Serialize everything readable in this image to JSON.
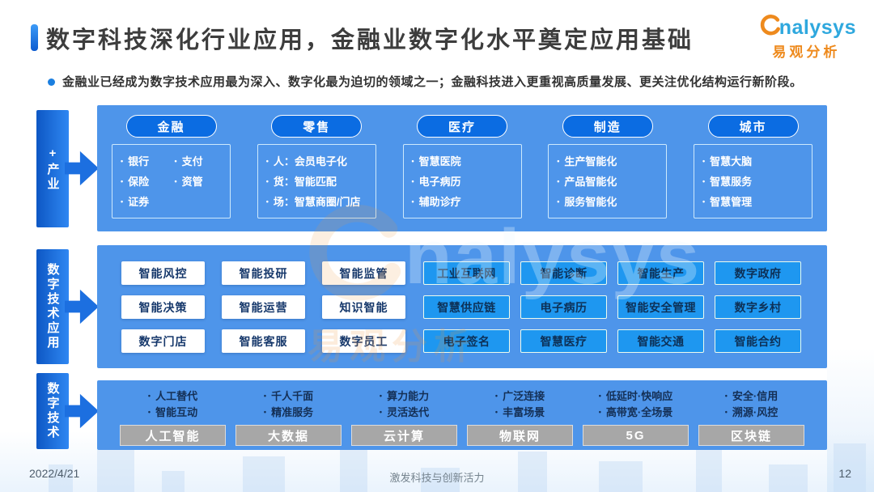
{
  "header": {
    "title": "数字科技深化行业应用，金融业数字化水平奠定应用基础",
    "bullet": "金融业已经成为数字技术应用最为深入、数字化最为迫切的领域之一；金融科技进入更重视高质量发展、更关注优化结构运行新阶段。",
    "logo_brand": "nalysys",
    "logo_cn": "易观分析"
  },
  "watermark": {
    "brand": "nalysys",
    "cn": "易观分析"
  },
  "band1": {
    "label": "+产业",
    "groups": [
      {
        "title": "金融",
        "items": [
          "银行",
          "支付",
          "保险",
          "资管",
          "证券"
        ]
      },
      {
        "title": "零售",
        "items": [
          "人：会员电子化",
          "货：智能匹配",
          "场：智慧商圈/门店"
        ]
      },
      {
        "title": "医疗",
        "items": [
          "智慧医院",
          "电子病历",
          "辅助诊疗"
        ]
      },
      {
        "title": "制造",
        "items": [
          "生产智能化",
          "产品智能化",
          "服务智能化"
        ]
      },
      {
        "title": "城市",
        "items": [
          "智慧大脑",
          "智慧服务",
          "智慧管理"
        ]
      }
    ]
  },
  "band2": {
    "label": "数字技术应用",
    "white_boxes": [
      "智能风控",
      "智能投研",
      "智能监管",
      "智能决策",
      "智能运营",
      "知识智能",
      "数字门店",
      "智能客服",
      "数字员工"
    ],
    "blue_boxes": [
      "工业互联网",
      "智能诊断",
      "智能生产",
      "数字政府",
      "智慧供应链",
      "电子病历",
      "智能安全管理",
      "数字乡村",
      "电子签名",
      "智慧医疗",
      "智能交通",
      "智能合约"
    ]
  },
  "band3": {
    "label": "数字技术",
    "columns": [
      {
        "bullets": [
          "人工替代",
          "智能互动"
        ],
        "label": "人工智能"
      },
      {
        "bullets": [
          "千人千面",
          "精准服务"
        ],
        "label": "大数据"
      },
      {
        "bullets": [
          "算力能力",
          "灵活迭代"
        ],
        "label": "云计算"
      },
      {
        "bullets": [
          "广泛连接",
          "丰富场景"
        ],
        "label": "物联网"
      },
      {
        "bullets": [
          "低延时·快响应",
          "高带宽·全场景"
        ],
        "label": "5G"
      },
      {
        "bullets": [
          "安全·信用",
          "溯源·风控"
        ],
        "label": "区块链"
      }
    ]
  },
  "footer": {
    "date": "2022/4/21",
    "slogan": "激发科技与创新活力",
    "page": "12"
  },
  "colors": {
    "accent_blue": "#1b7fe0",
    "panel_blue": "#4e95ea",
    "pill_blue": "#0b6ce2",
    "box_blue": "#1e97f0",
    "bar_gradient": "#0d57c4-#2f87f2",
    "tech_gray": "#a7a7a7",
    "logo_blue": "#2fa8de",
    "logo_orange": "#ee8a1d"
  }
}
